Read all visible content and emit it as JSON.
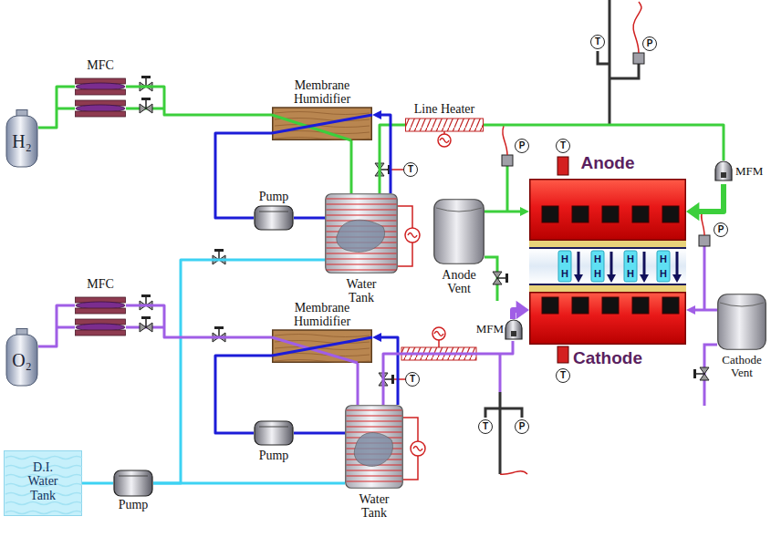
{
  "diagram": {
    "nodes": [
      {
        "text": [
          "H₂"
        ]
      },
      {
        "text": [
          "MFC"
        ]
      },
      {
        "text": [
          "Membrane Humidifier"
        ]
      },
      {
        "text": [
          "Pump"
        ]
      },
      {
        "text": [
          "Water Tank"
        ]
      },
      {
        "text": [
          "Line Heater"
        ]
      },
      {
        "text": [
          "Anode"
        ]
      },
      {
        "text": [
          "Cathode"
        ]
      },
      {
        "text": [
          "Anode Vent"
        ]
      },
      {
        "text": [
          "Cathode Vent"
        ]
      },
      {
        "text": [
          "MFM"
        ]
      },
      {
        "text": [
          "O₂"
        ]
      },
      {
        "text": [
          "MFC"
        ]
      },
      {
        "text": [
          "Membrane Humidifier"
        ]
      },
      {
        "text": [
          "Pump"
        ]
      },
      {
        "text": [
          "Water Tank"
        ]
      },
      {
        "text": [
          "MFM"
        ]
      },
      {
        "text": [
          "D.I. Water Tank"
        ]
      },
      {
        "text": [
          "Pump"
        ]
      }
    ],
    "edges": [
      {
        "from": 0,
        "to": 1,
        "arrow": "none"
      },
      {
        "from": 1,
        "to": 2,
        "arrow": "none"
      },
      {
        "from": 2,
        "to": 4,
        "arrow": "none"
      },
      {
        "from": 4,
        "to": 5,
        "arrow": "none"
      },
      {
        "from": 5,
        "to": 10,
        "arrow": "none"
      },
      {
        "from": 10,
        "to": 6,
        "arrow": "to"
      },
      {
        "from": 8,
        "to": 6,
        "arrow": "to"
      },
      {
        "from": 4,
        "to": 2,
        "arrow": "to"
      },
      {
        "from": 2,
        "to": 3,
        "arrow": "none"
      },
      {
        "from": 3,
        "to": 4,
        "arrow": "none"
      },
      {
        "from": 17,
        "to": 18,
        "arrow": "none"
      },
      {
        "from": 18,
        "to": 4,
        "arrow": "none"
      },
      {
        "from": 18,
        "to": 15,
        "arrow": "none"
      },
      {
        "from": 11,
        "to": 12,
        "arrow": "none"
      },
      {
        "from": 12,
        "to": 13,
        "arrow": "none"
      },
      {
        "from": 13,
        "to": 15,
        "arrow": "none"
      },
      {
        "from": 15,
        "to": 13,
        "arrow": "to"
      },
      {
        "from": 13,
        "to": 14,
        "arrow": "none"
      },
      {
        "from": 14,
        "to": 15,
        "arrow": "none"
      },
      {
        "from": 15,
        "to": 16,
        "arrow": "none"
      },
      {
        "from": 16,
        "to": 7,
        "arrow": "to"
      },
      {
        "from": 9,
        "to": 7,
        "arrow": "to"
      }
    ],
    "labels": [
      "T",
      "P",
      "T",
      "P",
      "T",
      "H",
      "H",
      "H",
      "H",
      "H",
      "H",
      "H",
      "H",
      "P",
      "T",
      "T",
      "T",
      "P"
    ]
  }
}
